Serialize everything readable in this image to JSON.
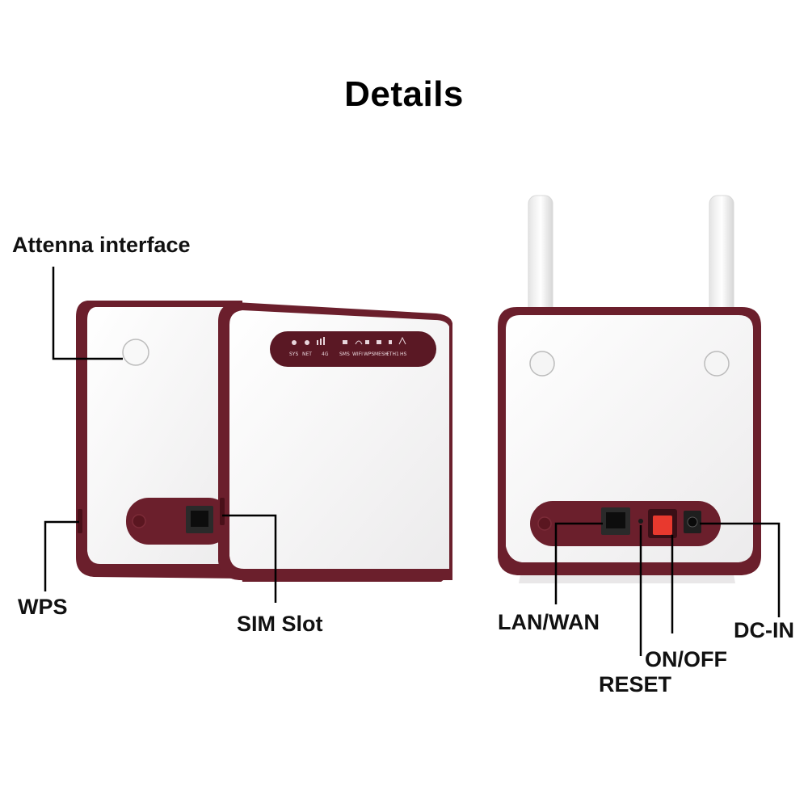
{
  "page": {
    "title": "Details"
  },
  "callouts": {
    "antenna": "Attenna interface",
    "wps": "WPS",
    "sim": "SIM Slot",
    "lan": "LAN/WAN",
    "onoff": "ON/OFF",
    "reset": "RESET",
    "dcin": "DC-IN"
  },
  "front_panel": {
    "led_labels": [
      "SYS",
      "NET",
      "4G",
      "SMS",
      "WIFI",
      "WPS",
      "MESH",
      "ETH1",
      "HS"
    ]
  },
  "colors": {
    "body_shell": "#6b1f2c",
    "panel_white": "#f7f5f6",
    "callout_line": "#000000",
    "power_button": "#e8392e"
  }
}
